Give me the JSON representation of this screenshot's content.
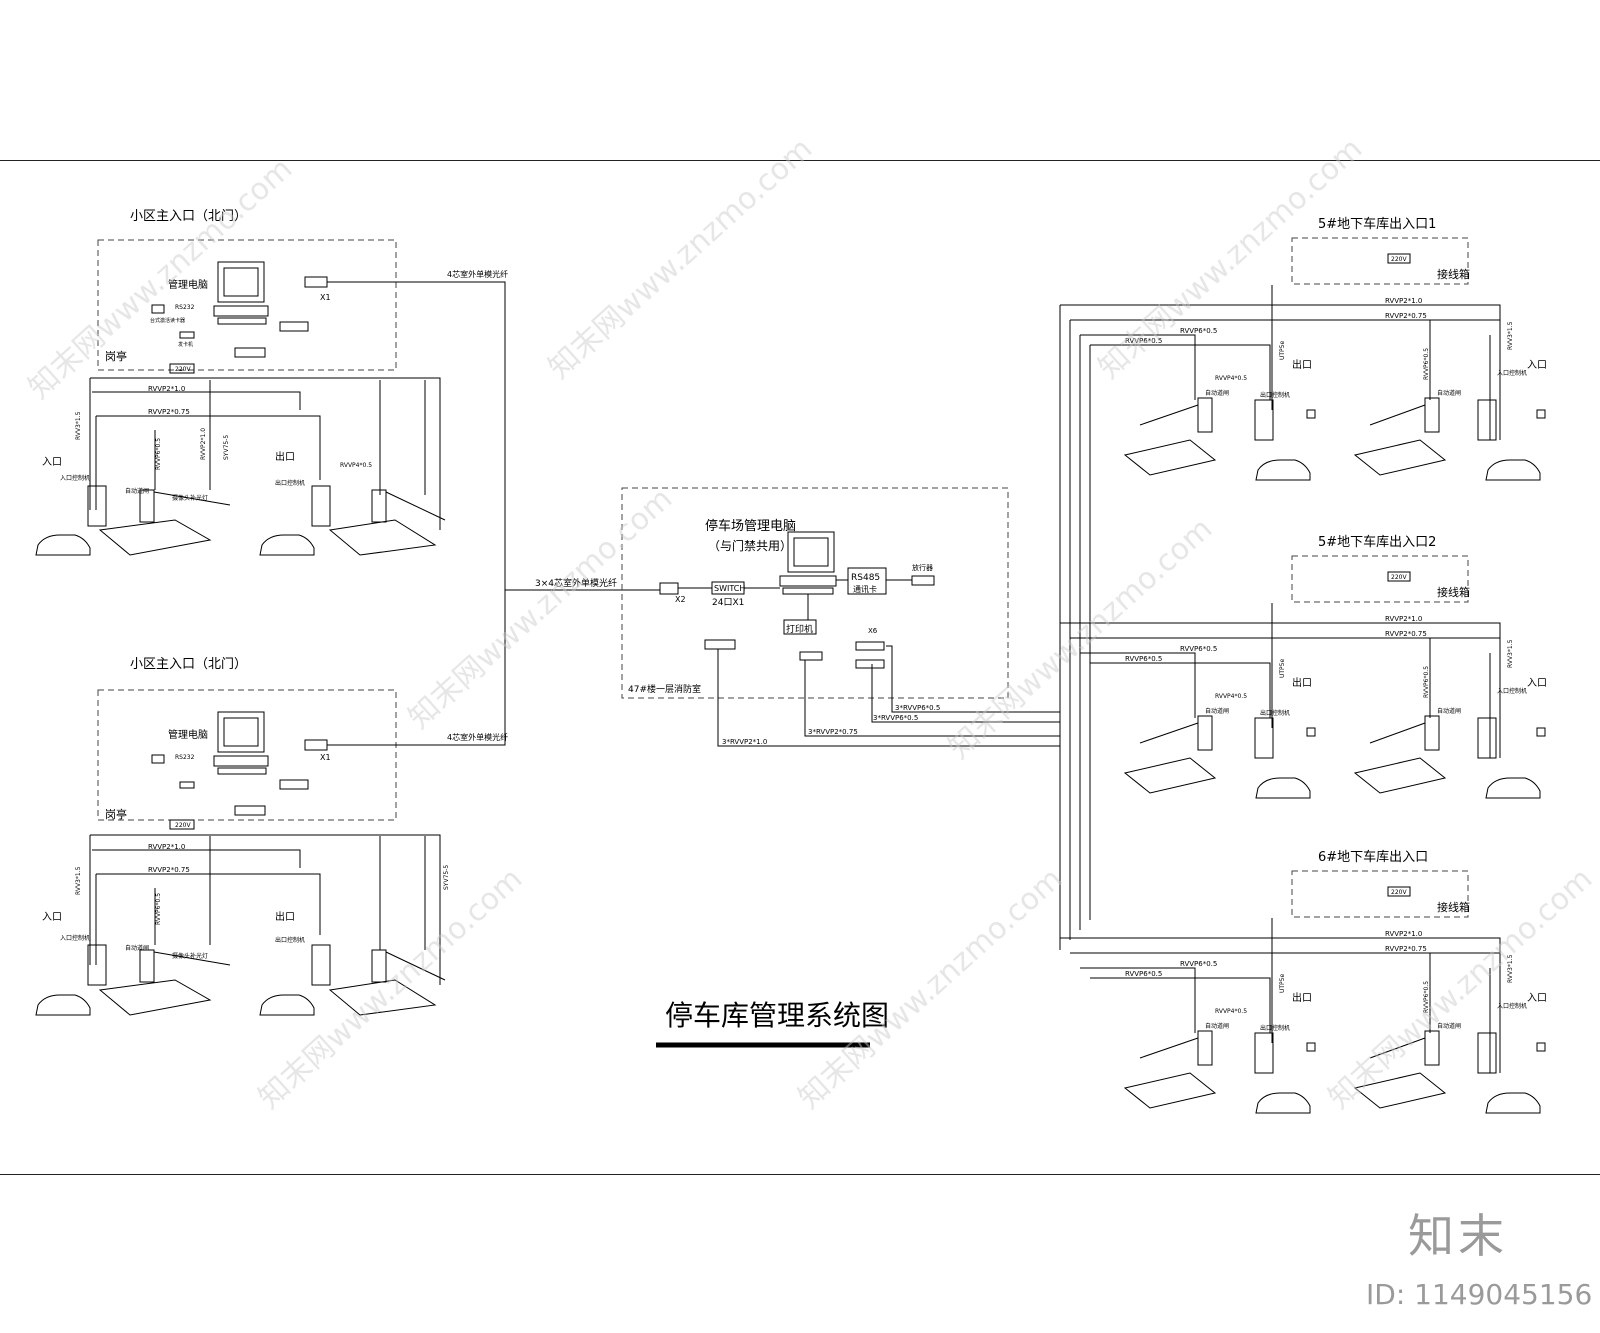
{
  "diagram": {
    "title": "停车库管理系统图",
    "north_gate_top": {
      "heading": "小区主入口（北门）",
      "booth": "岗亭",
      "pc": "管理电脑",
      "rs232": "RS232",
      "reader": "台式激活读卡器",
      "card_issuer": "发卡机",
      "x1": "X1",
      "fiber": "4芯室外单模光纤",
      "v220": "220V",
      "rvvp2_1": "RVVP2*1.0",
      "rvvp2_075": "RVVP2*0.75",
      "rvv3": "RVV3*1.5",
      "rvvp6": "RVVP6*0.5",
      "rvvp2_1v": "RVVP2*1.0",
      "syv": "SYV75-5",
      "entry": "入口",
      "exit": "出口",
      "entry_ctrl": "入口控制机",
      "exit_ctrl": "出口控制机",
      "auto_gate": "自动道闸",
      "camera": "摄像头补光灯",
      "rvvp4": "RVVP4*0.5"
    },
    "north_gate_bottom": {
      "heading": "小区主入口（北门）",
      "booth": "岗亭",
      "pc": "管理电脑",
      "rs232": "RS232",
      "x1": "X1",
      "fiber": "4芯室外单模光纤",
      "v220": "220V",
      "rvvp2_1": "RVVP2*1.0",
      "rvvp2_075": "RVVP2*0.75",
      "rvv3": "RVV3*1.5",
      "rvvp6": "RVVP6*0.5",
      "syv": "SYV75-5",
      "entry": "入口",
      "exit": "出口",
      "entry_ctrl": "入口控制机",
      "exit_ctrl": "出口控制机",
      "auto_gate": "自动道闸",
      "camera": "摄像头补光灯"
    },
    "center": {
      "fiber": "3×4芯室外单模光纤",
      "pc_line1": "停车场管理电脑",
      "pc_line2": "（与门禁共用）",
      "rs485": "RS485",
      "comm_card": "通讯卡",
      "converter": "放行器",
      "switch": "SWITCH",
      "port": "24口X1",
      "x2": "X2",
      "printer": "打印机",
      "x6": "X6",
      "room": "47#楼一层消防室",
      "cable1": "3*RVVP6*0.5",
      "cable2": "3*RVVP6*0.5",
      "cable3": "3*RVVP2*0.75",
      "cable4": "3*RVVP2*1.0"
    },
    "garage": [
      {
        "heading": "5#地下车库出入口1",
        "junction": "接线箱",
        "v220": "220V"
      },
      {
        "heading": "5#地下车库出入口2",
        "junction": "接线箱",
        "v220": "220V"
      },
      {
        "heading": "6#地下车库出入口",
        "junction": "接线箱",
        "v220": "220V"
      }
    ],
    "garage_labels": {
      "rvvp2_1": "RVVP2*1.0",
      "rvvp2_075": "RVVP2*0.75",
      "rvvp6": "RVVP6*0.5",
      "rvv3": "RVV3*1.5",
      "utp": "UTP5e",
      "exit": "出口",
      "entry": "入口",
      "auto_gate": "自动道闸",
      "exit_ctrl": "出口控制机",
      "entry_ctrl": "入口控制机",
      "rvvp4": "RVVP4*0.5"
    },
    "watermark": "知末网www.znzmo.com"
  },
  "footer": {
    "brand": "知末",
    "id": "ID: 1149045156"
  }
}
